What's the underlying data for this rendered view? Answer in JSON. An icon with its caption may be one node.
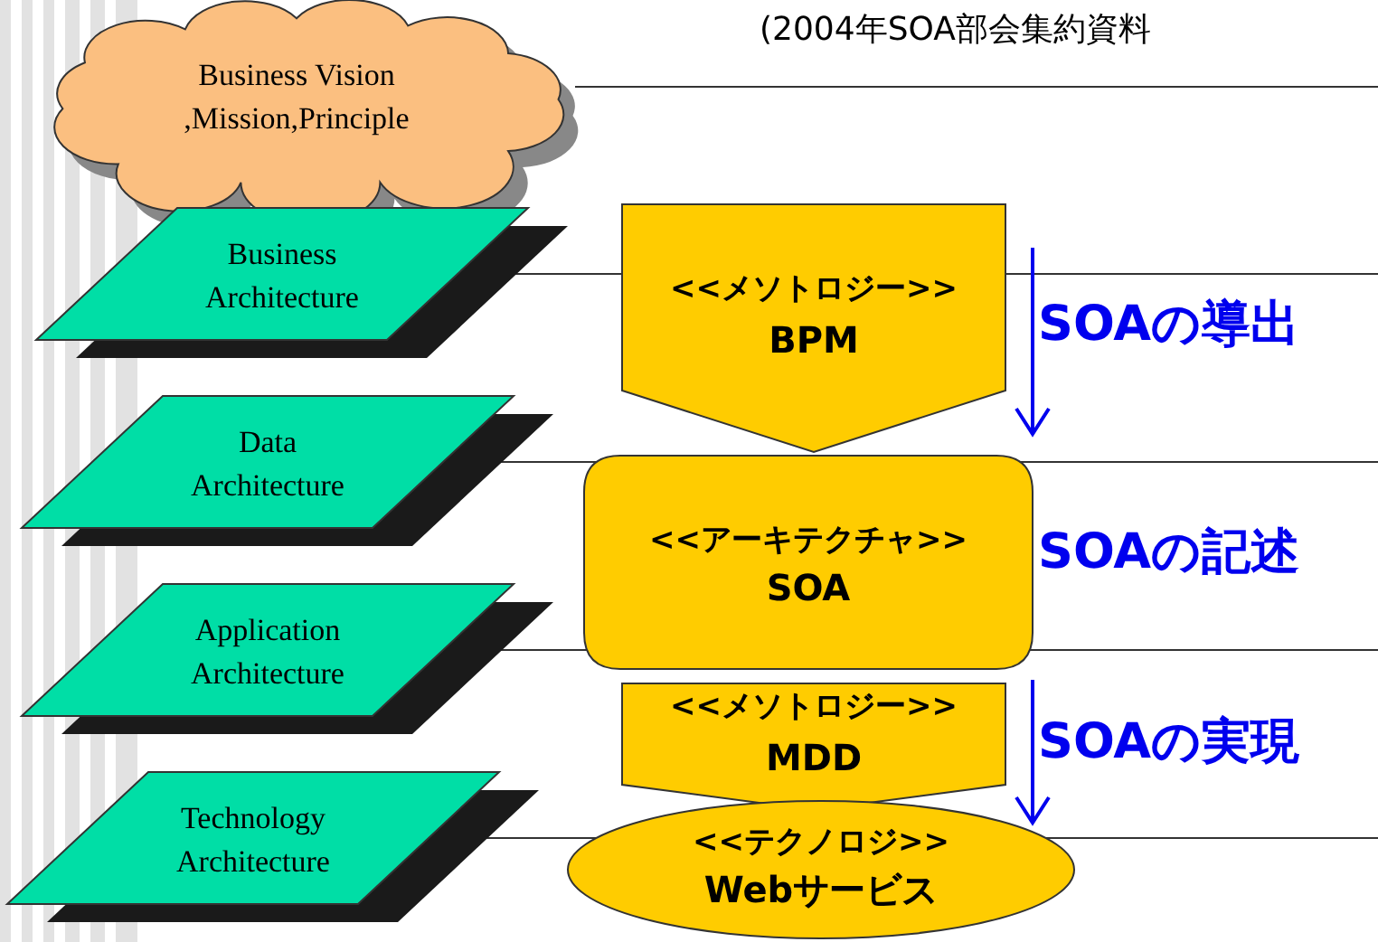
{
  "diagram": {
    "nodes": [
      {
        "text": [
          "Business Vision ,Mission,Principle"
        ]
      },
      {
        "text": [
          "Business Architecture"
        ]
      },
      {
        "text": [
          "Data Architecture"
        ]
      },
      {
        "text": [
          "Application Architecture"
        ]
      },
      {
        "text": [
          "Technology Architecture"
        ]
      },
      {
        "text": [
          "<<メソトロジー>>",
          "BPM"
        ]
      },
      {
        "text": [
          "<<アーキテクチャ>>",
          "SOA"
        ]
      },
      {
        "text": [
          "<<メソトロジー>>",
          "MDD"
        ]
      },
      {
        "text": [
          "<<テクノロジ>>",
          "Webサービス"
        ]
      }
    ],
    "edges": [
      {
        "from": 0,
        "to": null,
        "arrow": "none"
      },
      {
        "from": 1,
        "to": null,
        "arrow": "none"
      },
      {
        "from": 2,
        "to": null,
        "arrow": "none"
      },
      {
        "from": 3,
        "to": null,
        "arrow": "none"
      },
      {
        "from": 4,
        "to": null,
        "arrow": "none"
      }
    ],
    "labels": [
      "(2004年SOA部会集約資料",
      "SOAの導出",
      "SOAの記述",
      "SOAの実現"
    ]
  }
}
